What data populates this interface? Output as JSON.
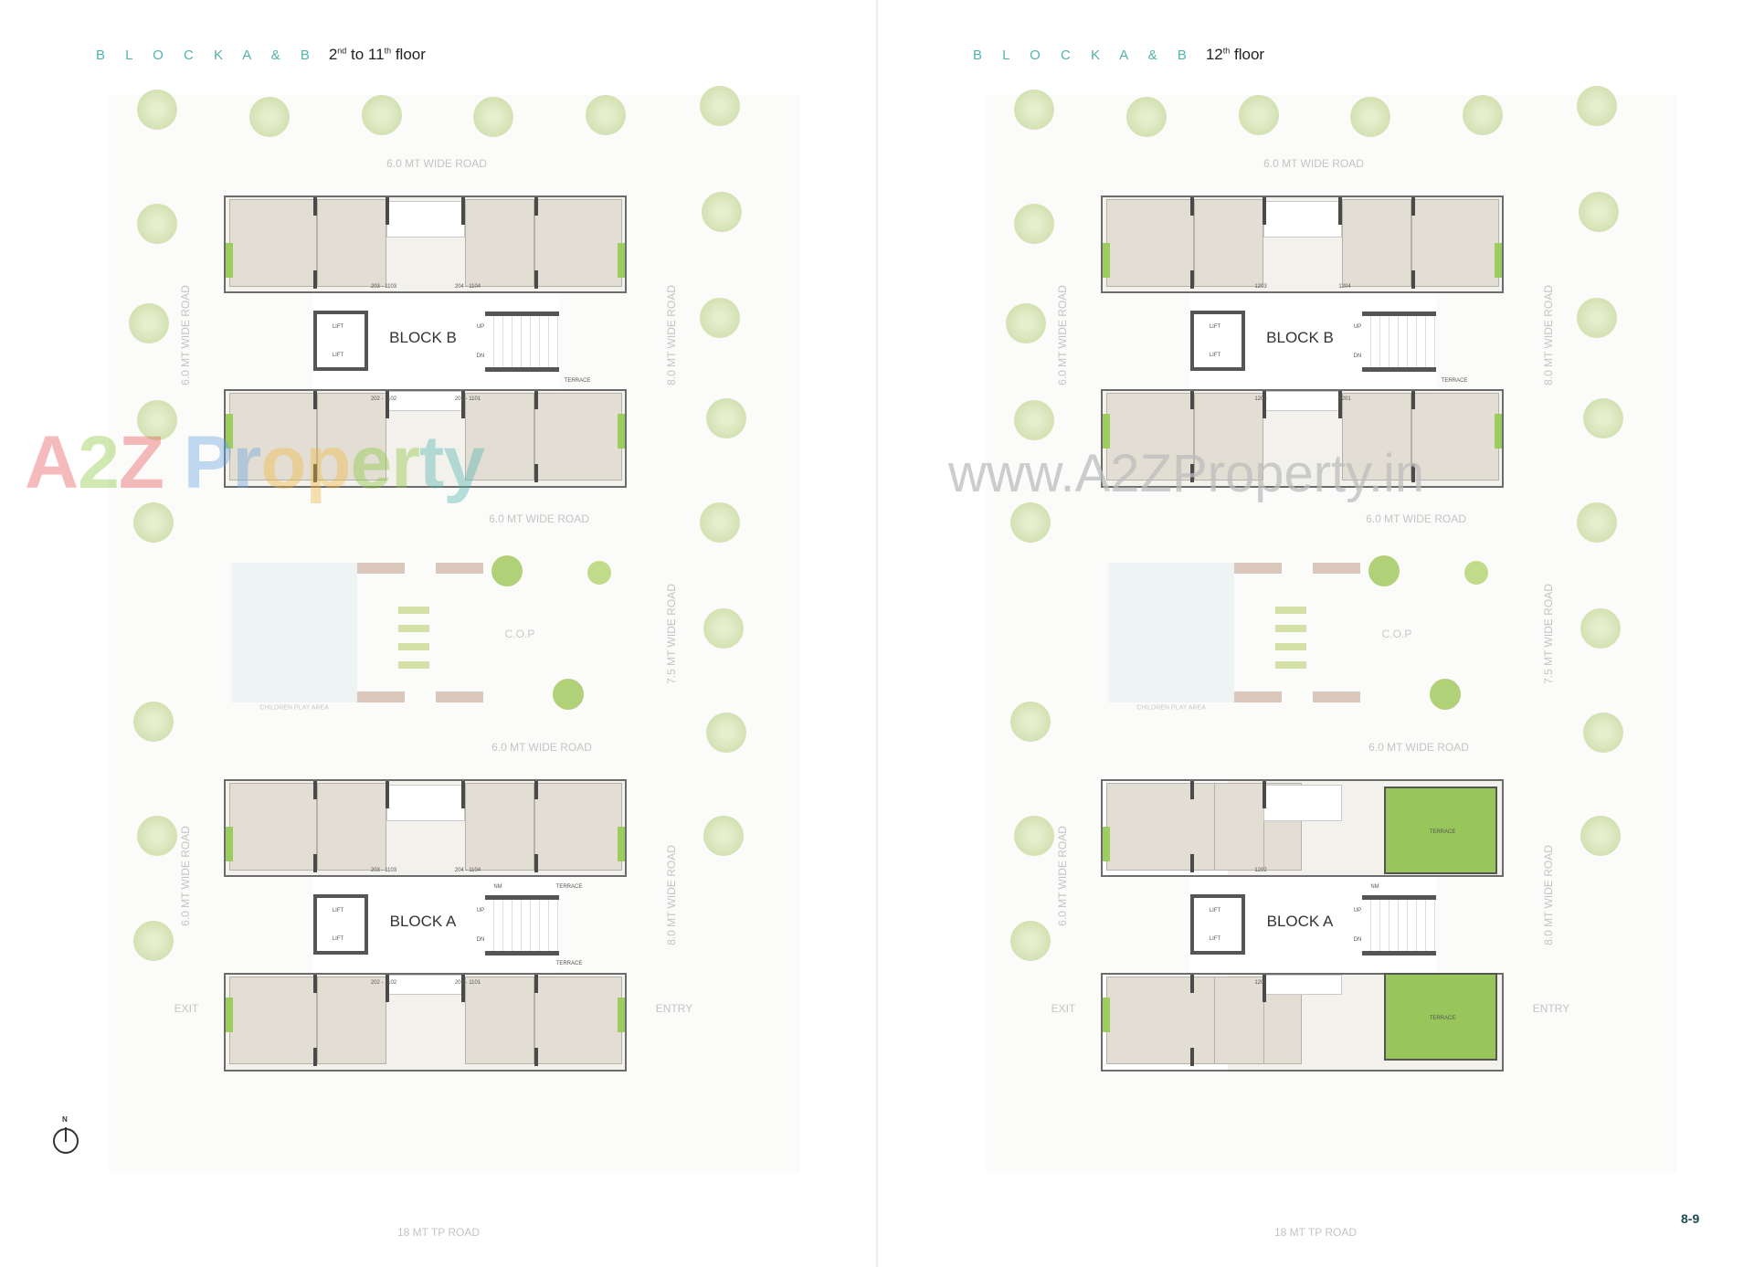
{
  "pages": [
    {
      "block_title": "BLOCK A & B",
      "floor": {
        "from": "2",
        "from_sup": "nd",
        "mid": " to 11",
        "mid_sup": "th",
        "tail": " floor"
      },
      "roads": {
        "top": "6.0 MT WIDE ROAD",
        "left_upper": "6.0 MT WIDE ROAD",
        "right_upper": "8.0 MT WIDE ROAD",
        "middle_upper": "6.0 MT WIDE ROAD",
        "right_middle": "7.5 MT WIDE ROAD",
        "middle_lower": "6.0 MT WIDE ROAD",
        "left_lower": "6.0 MT WIDE ROAD",
        "right_lower": "8.0 MT WIDE ROAD",
        "bottom": "18 MT TP ROAD"
      },
      "exit": "EXIT",
      "entry": "ENTRY",
      "cop": "C.O.P",
      "children_play_area": "CHILDREN PLAY AREA",
      "blocks": [
        {
          "name": "BLOCK B",
          "lift": "LIFT",
          "up": "UP",
          "dn": "DN",
          "units": [
            "203 - 1103",
            "204 - 1104",
            "202 - 1102",
            "201 - 1101"
          ],
          "terraces": [
            "TERRACE"
          ],
          "nm": ""
        },
        {
          "name": "BLOCK A",
          "lift": "LIFT",
          "up": "UP",
          "dn": "DN",
          "units": [
            "203 - 1103",
            "204 - 1104",
            "202 - 1102",
            "201 - 1101"
          ],
          "terraces": [
            "TERRACE",
            "TERRACE"
          ],
          "nm": "NM"
        }
      ],
      "north": "N"
    },
    {
      "block_title": "BLOCK A & B",
      "floor": {
        "from": "12",
        "from_sup": "th",
        "mid": "",
        "mid_sup": "",
        "tail": " floor"
      },
      "roads": {
        "top": "6.0 MT WIDE ROAD",
        "left_upper": "6.0 MT WIDE ROAD",
        "right_upper": "8.0 MT WIDE ROAD",
        "middle_upper": "6.0 MT WIDE ROAD",
        "right_middle": "7.5 MT WIDE ROAD",
        "middle_lower": "6.0 MT WIDE ROAD",
        "left_lower": "6.0 MT WIDE ROAD",
        "right_lower": "8.0 MT WIDE ROAD",
        "bottom": "18 MT TP ROAD"
      },
      "exit": "EXIT",
      "entry": "ENTRY",
      "cop": "C.O.P",
      "children_play_area": "CHILDREN PLAY AREA",
      "blocks": [
        {
          "name": "BLOCK B",
          "lift": "LIFT",
          "up": "UP",
          "dn": "DN",
          "units": [
            "1203",
            "1204",
            "1202",
            "1201"
          ],
          "terraces": [
            "TERRACE"
          ],
          "nm": ""
        },
        {
          "name": "BLOCK A",
          "lift": "LIFT",
          "up": "UP",
          "dn": "DN",
          "units": [
            "1202",
            "",
            "1201",
            ""
          ],
          "terraces": [
            "TERRACE",
            "TERRACE"
          ],
          "nm": "NM",
          "green_terraces": true
        }
      ],
      "page_number": "8-9"
    }
  ],
  "watermarks": {
    "left": "A2Z Property",
    "right": "www.A2ZProperty.in"
  },
  "colors": {
    "accent": "#4fb3ae",
    "terrace_green": "#98c65b",
    "room": "#e2ded3",
    "page_number": "#1d4a55"
  }
}
